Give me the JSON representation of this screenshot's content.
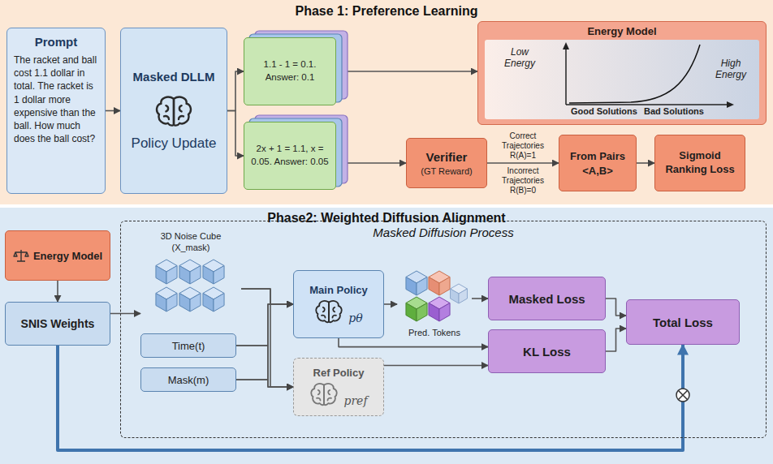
{
  "diagram": {
    "nodes": [
      {
        "text": [
          "Phase 1: Preference Learning"
        ]
      },
      {
        "text": [
          "Prompt",
          "The racket and ball cost 1.1 dollar in total. The racket is 1 dollar more expensive than the ball. How much does the ball cost?"
        ],
        "in": 0
      },
      {
        "text": [
          "Masked DLLM",
          "Policy Update"
        ],
        "in": 0
      },
      {
        "text": [
          "1.1 - 1 = 0.1. Answer: 0.1"
        ],
        "in": 0
      },
      {
        "text": [
          "2x + 1 = 1.1, x = 0.05. Answer: 0.05"
        ],
        "in": 0
      },
      {
        "text": [
          "Energy Model",
          "Low Energy",
          "High Energy",
          "Good Solutions",
          "Bad Solutions"
        ],
        "in": 0
      },
      {
        "text": [
          "Verifier",
          "(GT Reward)"
        ],
        "in": 0
      },
      {
        "text": [
          "From Pairs",
          "<A,B>"
        ],
        "in": 0
      },
      {
        "text": [
          "Sigmoid Ranking Loss"
        ],
        "in": 0
      },
      {
        "text": [
          "Phase2: Weighted Diffusion Alignment"
        ]
      },
      {
        "text": [
          "Energy Model"
        ],
        "in": 9
      },
      {
        "text": [
          "SNIS Weights"
        ],
        "in": 9
      },
      {
        "text": [
          "Masked Diffusion Process"
        ],
        "in": 9
      },
      {
        "text": [
          "3D Noise Cube (X_mask)"
        ],
        "in": 12
      },
      {
        "text": [
          "Time(t)"
        ],
        "in": 12
      },
      {
        "text": [
          "Mask(m)"
        ],
        "in": 12
      },
      {
        "text": [
          "Main Policy",
          "pθ"
        ],
        "in": 12
      },
      {
        "text": [
          "Ref Policy",
          "pref"
        ],
        "in": 12
      },
      {
        "text": [
          "Pred. Tokens"
        ],
        "in": 12
      },
      {
        "text": [
          "Masked Loss"
        ],
        "in": 12
      },
      {
        "text": [
          "KL Loss"
        ],
        "in": 12
      },
      {
        "text": [
          "Total Loss"
        ],
        "in": 12
      }
    ],
    "edges": [
      {
        "from": 1,
        "to": 2,
        "arrow": "to"
      },
      {
        "from": 2,
        "to": 3,
        "arrow": "to"
      },
      {
        "from": 2,
        "to": 4,
        "arrow": "to"
      },
      {
        "from": 3,
        "to": 5,
        "arrow": "to"
      },
      {
        "from": 4,
        "to": 6,
        "arrow": "to"
      },
      {
        "from": 6,
        "to": 7,
        "arrow": "to",
        "label": "Correct Trajectories R(A)=1"
      },
      {
        "from": 7,
        "to": 8,
        "arrow": "to"
      },
      {
        "from": 10,
        "to": 11,
        "arrow": "to"
      },
      {
        "from": 11,
        "to": 13,
        "arrow": "to"
      },
      {
        "from": 13,
        "to": 16,
        "arrow": "to"
      },
      {
        "from": 14,
        "to": 16,
        "arrow": "to"
      },
      {
        "from": 15,
        "to": 16,
        "arrow": "to"
      },
      {
        "from": 13,
        "to": 17,
        "arrow": "to"
      },
      {
        "from": 14,
        "to": 17,
        "arrow": "to"
      },
      {
        "from": 15,
        "to": 17,
        "arrow": "to"
      },
      {
        "from": 16,
        "to": 18,
        "arrow": "to"
      },
      {
        "from": 18,
        "to": 19,
        "arrow": "to"
      },
      {
        "from": 16,
        "to": 20,
        "arrow": "to"
      },
      {
        "from": 17,
        "to": 20,
        "arrow": "to"
      },
      {
        "from": 19,
        "to": 21,
        "arrow": "to"
      },
      {
        "from": 20,
        "to": 21,
        "arrow": "to"
      },
      {
        "from": 11,
        "to": 21,
        "arrow": "to"
      }
    ],
    "labels": [
      "Incorrect Trajectories R(B)=0"
    ]
  }
}
